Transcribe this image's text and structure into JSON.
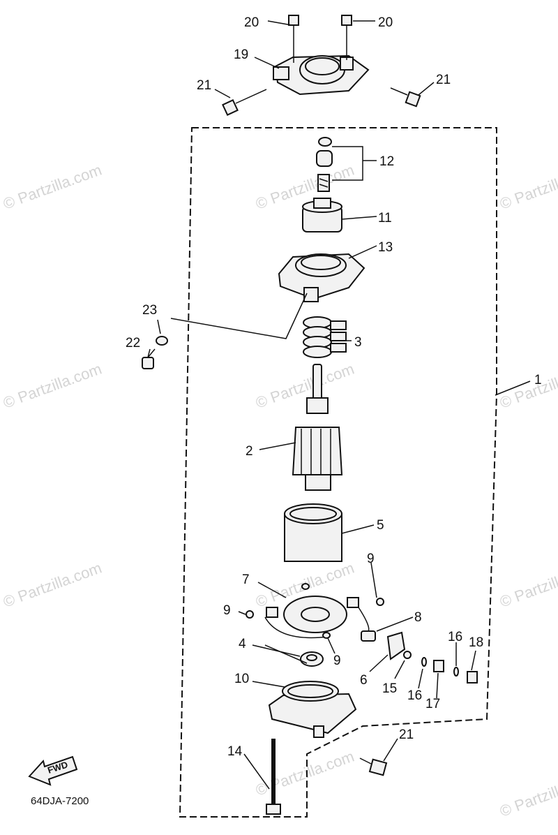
{
  "diagram_code": "64DJA-7200",
  "direction_label": "FWD",
  "watermark": "© Partzilla.com",
  "callouts": {
    "c1": "1",
    "c2": "2",
    "c3": "3",
    "c4": "4",
    "c5": "5",
    "c6": "6",
    "c7": "7",
    "c8": "8",
    "c9a": "9",
    "c9b": "9",
    "c9c": "9",
    "c10": "10",
    "c11": "11",
    "c12": "12",
    "c13": "13",
    "c14": "14",
    "c15": "15",
    "c16a": "16",
    "c16b": "16",
    "c17": "17",
    "c18": "18",
    "c19": "19",
    "c20a": "20",
    "c20b": "20",
    "c21a": "21",
    "c21b": "21",
    "c21c": "21",
    "c22": "22",
    "c23": "23"
  }
}
